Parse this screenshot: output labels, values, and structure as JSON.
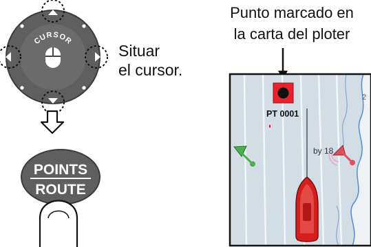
{
  "cursor_pad": {
    "label": "CURSOR"
  },
  "instruction": {
    "line1": "Situar",
    "line2": "el cursor."
  },
  "points_key": {
    "top_label": "POINTS",
    "bottom_label": "ROUTE"
  },
  "caption": {
    "line1": "Punto marcado en",
    "line2": "la carta del ploter"
  },
  "chart": {
    "point_label": "PT 0001",
    "buoy_label": "by 18",
    "edge_label": "2"
  },
  "colors": {
    "waypoint_red": "#e8222a",
    "vessel_red": "#d41f1f",
    "chart_bg": "#d3dde6",
    "buoy_green": "#4cae4c",
    "buoy_red": "#e0505a"
  }
}
